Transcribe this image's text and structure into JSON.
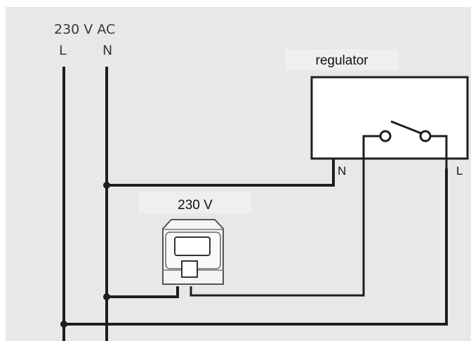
{
  "supply": {
    "voltage_label": "230 V AC",
    "line_label": "L",
    "neutral_label": "N"
  },
  "regulator": {
    "title": "regulator",
    "terminal_neutral": "N",
    "terminal_line": "L"
  },
  "actuator": {
    "voltage_label": "230 V"
  },
  "colors": {
    "background": "#e8e8e8",
    "wire": "#1e1e1e",
    "label_box": "#efefef",
    "actuator_body": "#f4f4f4"
  }
}
